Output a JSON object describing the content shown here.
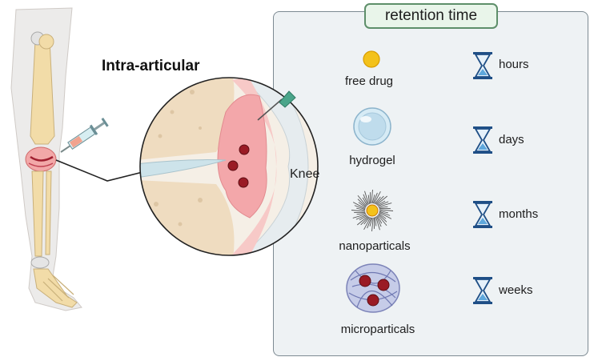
{
  "header": {
    "intra_articular": "Intra-articular",
    "knee": "Knee"
  },
  "panel": {
    "title": "retention time",
    "rows": [
      {
        "formulation": "free drug",
        "time": "hours"
      },
      {
        "formulation": "hydrogel",
        "time": "days"
      },
      {
        "formulation": "nanoparticals",
        "time": "months"
      },
      {
        "formulation": "microparticals",
        "time": "weeks"
      }
    ]
  },
  "colors": {
    "bone": "#f2dca8",
    "skin": "#ece9e6",
    "panel_bg": "#eef2f4",
    "title_border": "#5e8f6a",
    "hourglass": "#1f4f86",
    "hourglass_sand": "#5fa8dc",
    "free_drug": "#f3c21b",
    "particle_red": "#9a1b25"
  }
}
